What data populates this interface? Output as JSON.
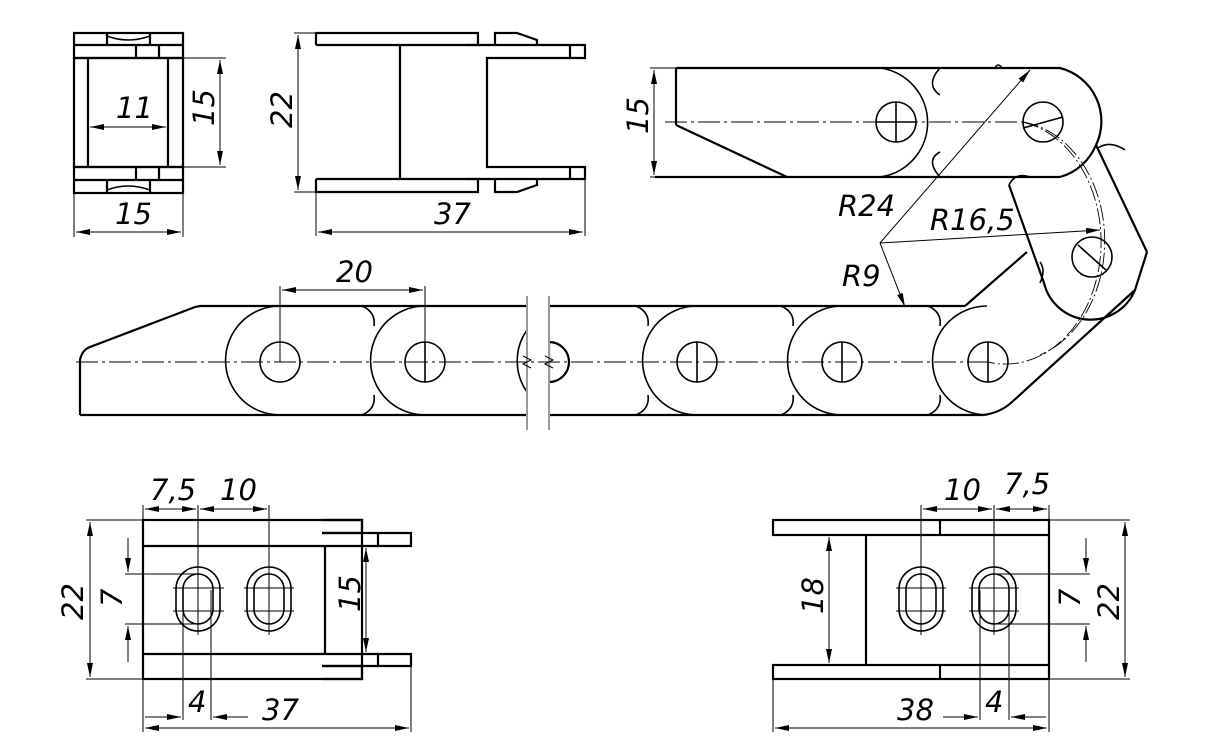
{
  "drawing": {
    "subject": "Cable carrier chain link",
    "views": {
      "end_view": {
        "dims": {
          "inner_width": "11",
          "inner_height": "15",
          "outer_width": "15"
        }
      },
      "top_view": {
        "dims": {
          "height": "22",
          "length": "37"
        }
      },
      "chain_side_view": {
        "dims": {
          "pitch": "20",
          "link_height": "15",
          "bend_radius_outer": "R24",
          "bend_radius_center": "R16,5",
          "bend_radius_inner": "R9"
        }
      },
      "bottom_left_view": {
        "dims": {
          "hole_offset": "7,5",
          "hole_spacing": "10",
          "height": "22",
          "slot_length": "7",
          "inner_height": "15",
          "slot_width": "4",
          "length": "37"
        }
      },
      "bottom_right_view": {
        "dims": {
          "hole_spacing": "10",
          "hole_offset": "7,5",
          "inner_height": "18",
          "slot_length": "7",
          "height": "22",
          "length": "38",
          "slot_width": "4"
        }
      }
    }
  }
}
